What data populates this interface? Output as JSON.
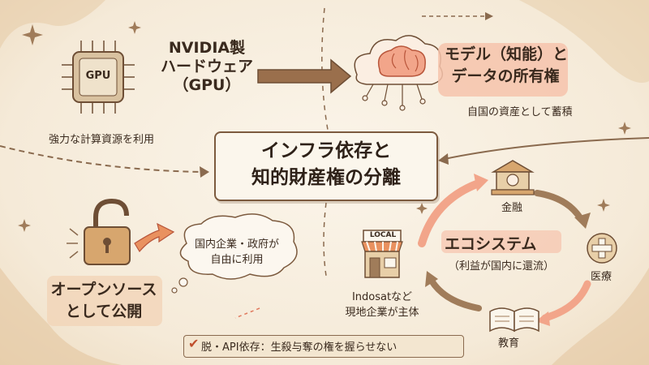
{
  "gpu": {
    "chip_label": "GPU",
    "title_line1": "NVIDIA製",
    "title_line2": "ハードウェア",
    "title_line3": "（GPU）",
    "subtitle": "強力な計算資源を利用"
  },
  "model": {
    "title_line1": "モデル（知能）と",
    "title_line2": "データの所有権",
    "subtitle": "自国の資産として蓄積"
  },
  "center": {
    "title_line1": "インフラ依存と",
    "title_line2": "知的財産権の分離"
  },
  "open": {
    "bubble_line1": "国内企業・政府が",
    "bubble_line2": "自由に利用",
    "title_line1": "オープンソース",
    "title_line2": "として公開"
  },
  "ecosystem": {
    "title": "エコシステム",
    "subtitle": "（利益が国内に還流）",
    "finance_label": "金融",
    "medical_label": "医療",
    "education_label": "教育",
    "store_sign": "LOCAL",
    "local_line1": "Indosatなど",
    "local_line2": "現地企業が主体"
  },
  "banner": {
    "text": "脱・API依存：生殺与奪の権を握らせない"
  },
  "colors": {
    "accent": "#e07a5f",
    "brown": "#7c5a3e",
    "background": "#f7efe1"
  }
}
